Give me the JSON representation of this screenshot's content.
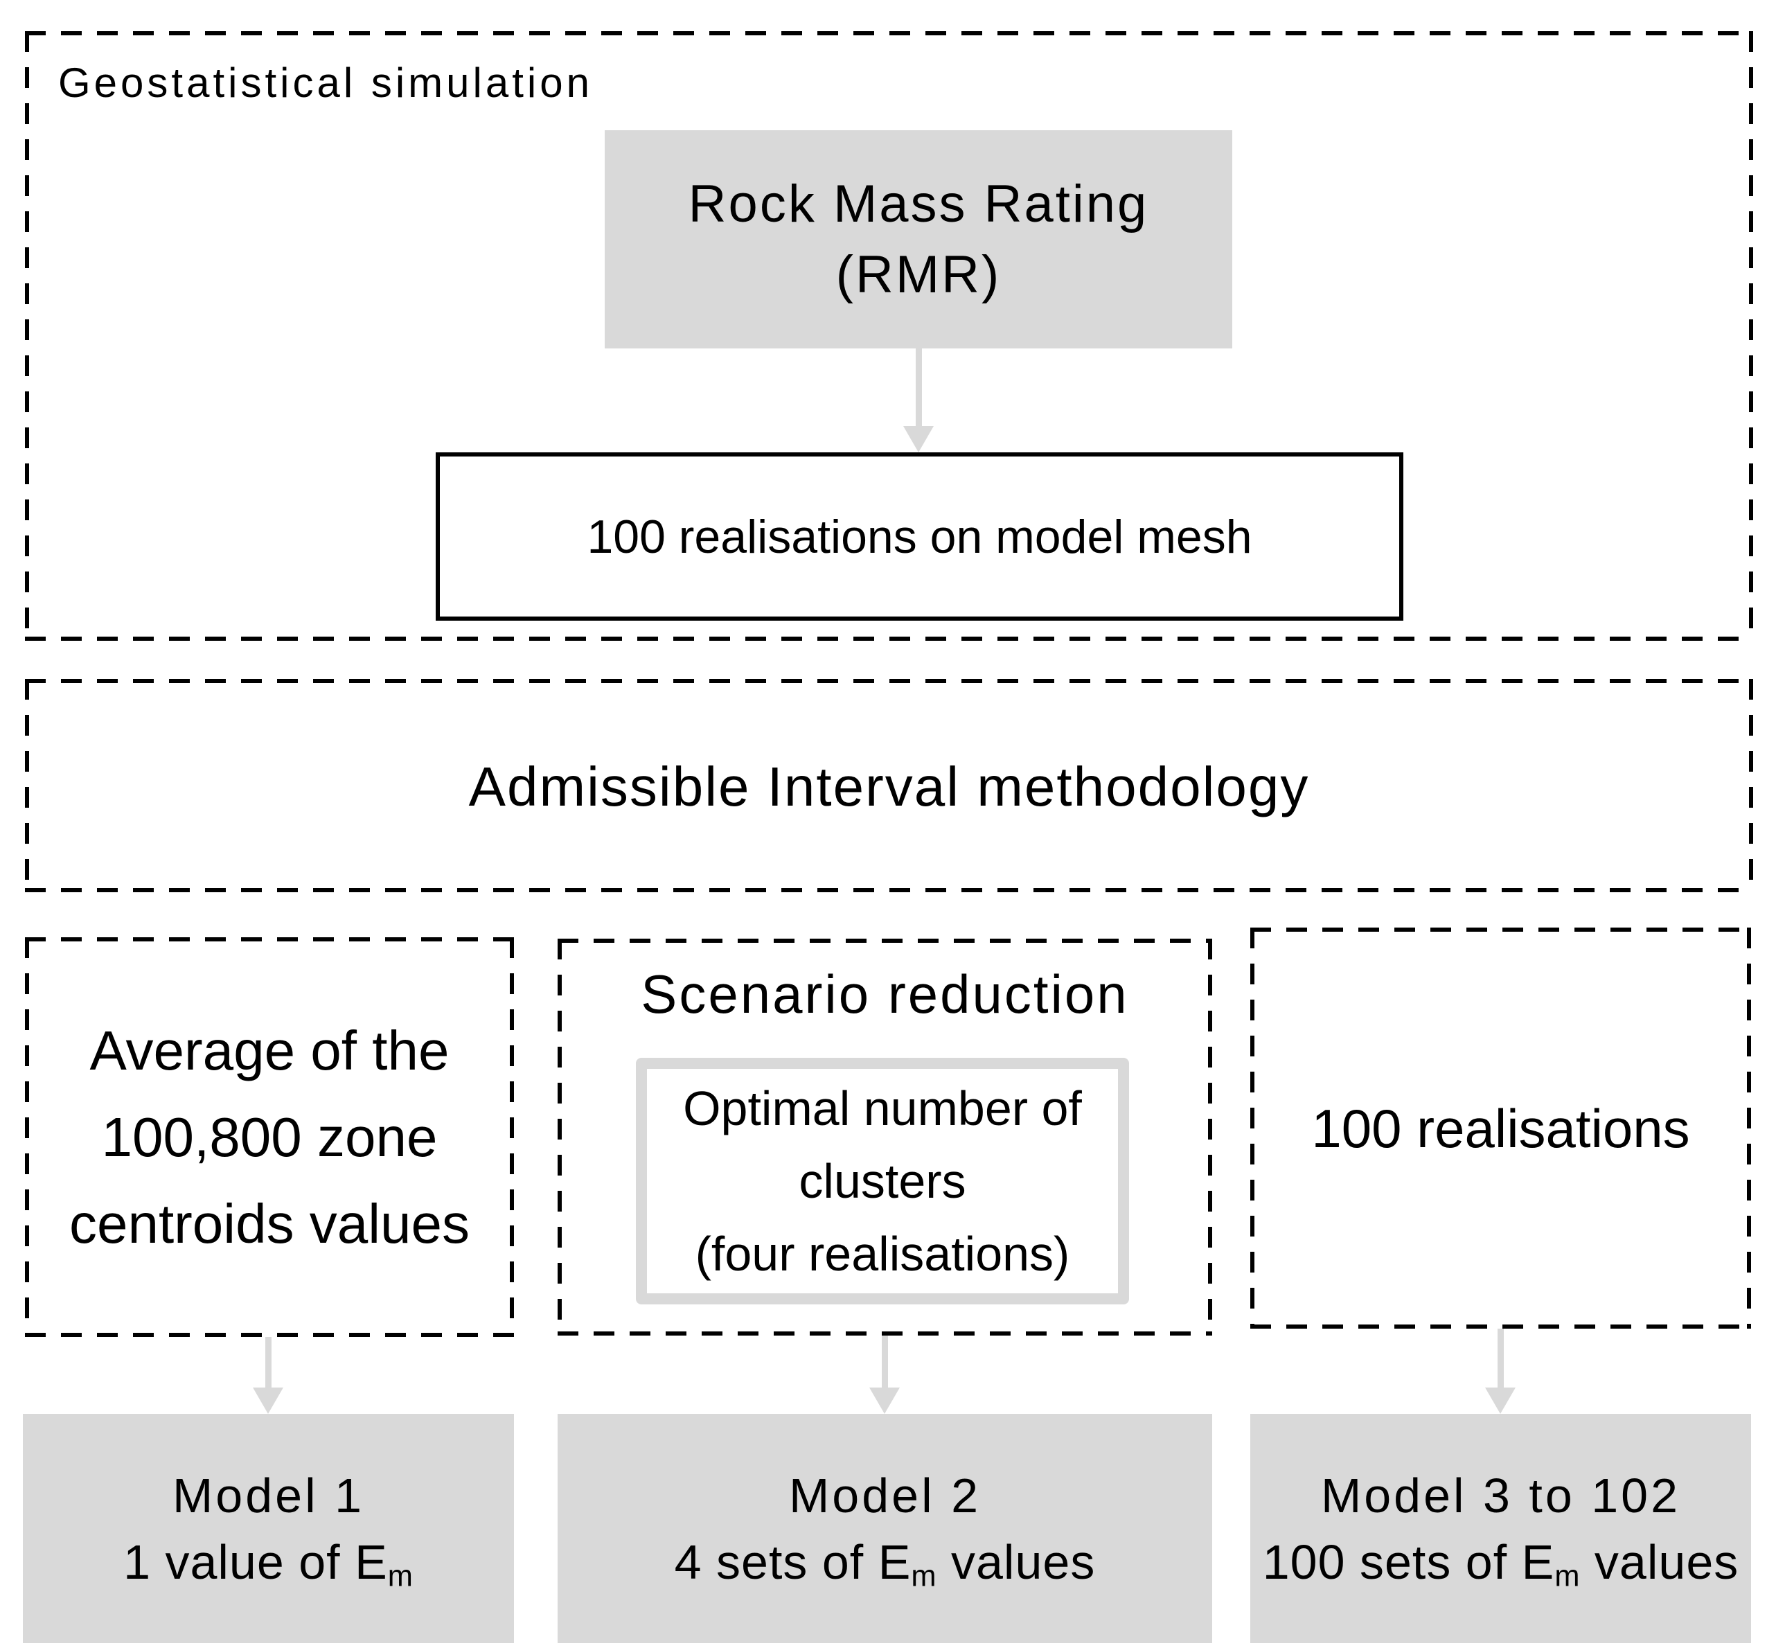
{
  "palette": {
    "box_fill_gray": "#d9d9d9",
    "arrow_gray": "#d9d9d9",
    "dashed_border": "#000000",
    "solid_border": "#000000",
    "text": "#000000"
  },
  "geostatistical": {
    "title": "Geostatistical simulation",
    "rmr_box": {
      "line1": "Rock Mass Rating",
      "line2": "(RMR)"
    },
    "mesh_box": {
      "label": "100 realisations on model mesh"
    }
  },
  "admissible": {
    "title": "Admissible Interval methodology"
  },
  "branches": {
    "left": {
      "lines": [
        "Average of the",
        "100,800 zone",
        "centroids values"
      ]
    },
    "middle": {
      "title": "Scenario reduction",
      "inner_lines": [
        "Optimal number of",
        "clusters",
        "(four realisations)"
      ]
    },
    "right": {
      "label": "100 realisations"
    }
  },
  "em": {
    "symbol": "E",
    "subscript": "m"
  },
  "models": [
    {
      "title": "Model 1",
      "detail_prefix": "1 value of ",
      "detail_suffix": ""
    },
    {
      "title": "Model 2",
      "detail_prefix": "4 sets of ",
      "detail_suffix": " values"
    },
    {
      "title": "Model 3 to 102",
      "detail_prefix": "100 sets of ",
      "detail_suffix": " values"
    }
  ]
}
